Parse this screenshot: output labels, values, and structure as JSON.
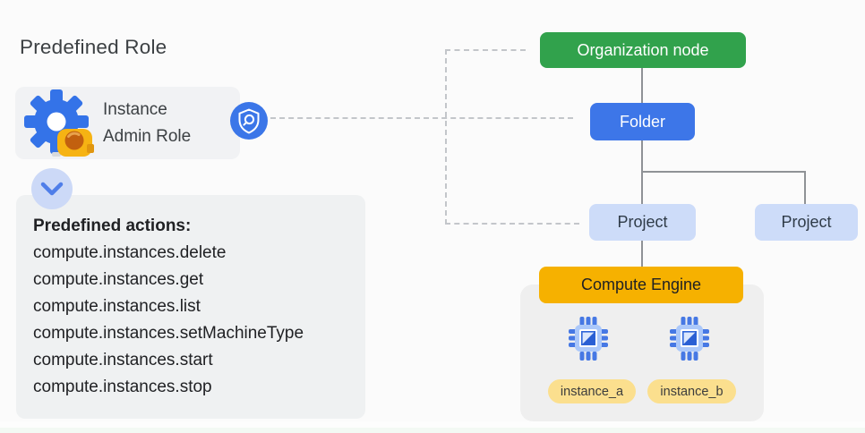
{
  "title": "Predefined Role",
  "role_card": {
    "line1": "Instance",
    "line2": "Admin Role",
    "icon": "gear-with-tape-measure-icon",
    "badge_icon": "shield-magnifier-icon"
  },
  "expander": {
    "icon": "chevron-down-icon"
  },
  "actions_panel": {
    "header": "Predefined actions:",
    "actions": [
      "compute.instances.delete",
      "compute.instances.get",
      "compute.instances.list",
      "compute.instances.setMachineType",
      "compute.instances.start",
      "compute.instances.stop"
    ]
  },
  "hierarchy": {
    "organization": "Organization node",
    "folder": "Folder",
    "project_left": "Project",
    "project_right": "Project",
    "compute_engine": "Compute Engine",
    "instances": [
      "instance_a",
      "instance_b"
    ],
    "instance_icon": "cpu-chip-icon"
  },
  "colors": {
    "org_green": "#31a24c",
    "folder_blue": "#3d76e8",
    "project_light_blue": "#cddcf9",
    "compute_amber": "#f6b100",
    "instance_pill_yellow": "#fbdf8e",
    "badge_blue": "#3b76e8",
    "panel_gray": "#eff1f2",
    "dashed_line_gray": "#c3c6ca",
    "tree_line_gray": "#8f9296"
  }
}
